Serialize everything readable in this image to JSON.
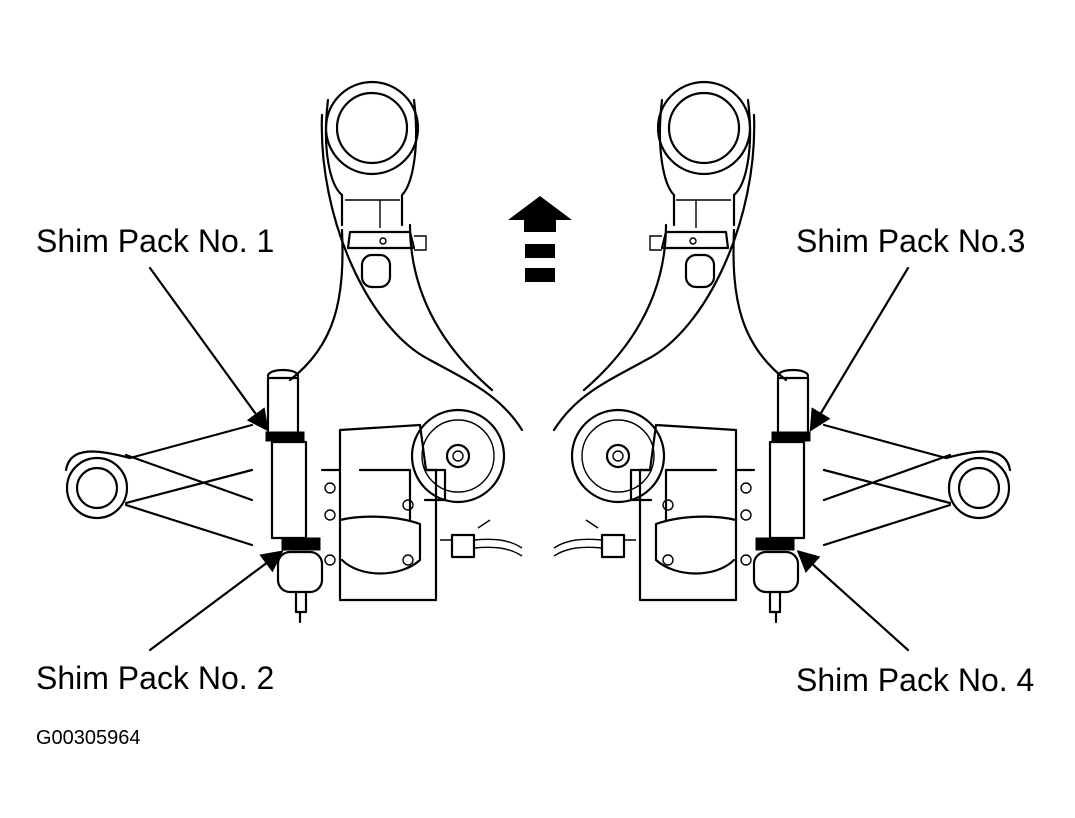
{
  "labels": {
    "shim1": "Shim Pack No. 1",
    "shim2": "Shim Pack No. 2",
    "shim3": "Shim Pack No.3",
    "shim4": "Shim Pack No. 4"
  },
  "figure_id": "G00305964",
  "icons": {
    "direction_arrow": "forward-arrow-icon"
  }
}
